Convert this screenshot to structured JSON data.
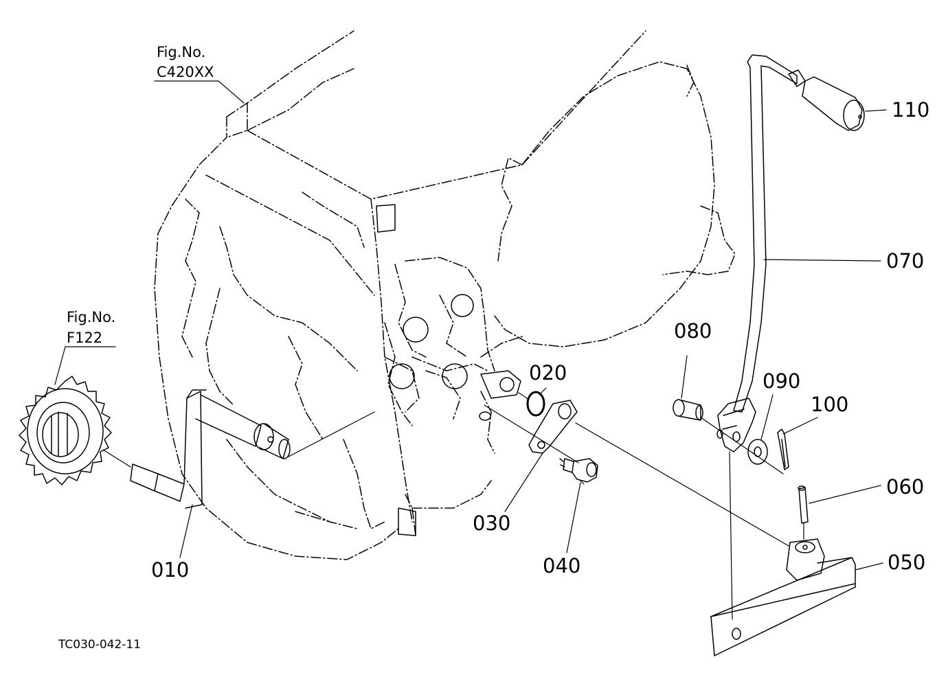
{
  "figure_refs": [
    {
      "line1": "Fig.No.",
      "line2": "C420XX"
    },
    {
      "line1": "Fig.No.",
      "line2": "F122"
    }
  ],
  "parts": [
    "010",
    "020",
    "030",
    "040",
    "050",
    "060",
    "070",
    "080",
    "090",
    "100",
    "110"
  ],
  "drawing_code": "TC030-042-11",
  "colors": {
    "line": "#000000",
    "background": "#ffffff"
  }
}
